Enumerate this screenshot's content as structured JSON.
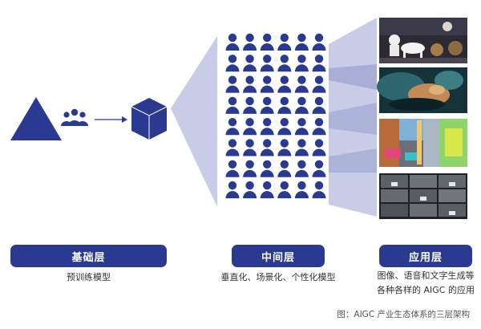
{
  "colors": {
    "primary": "#2b3a91",
    "funnel": "#c8cce6",
    "funnel_dark": "#9aa1cf"
  },
  "icons": [
    "triangle-shape",
    "people-group-icon",
    "arrow-right-icon",
    "cube-icon",
    "person-icon"
  ],
  "people_grid": {
    "rows": 8,
    "cols": 6
  },
  "layers": {
    "base": {
      "title": "基础层",
      "caption": "预训练模型"
    },
    "middle": {
      "title": "中间层",
      "caption": "垂直化、场景化、个性化模型"
    },
    "application": {
      "title": "应用层",
      "caption_line1": "图像、语音和文字生成等",
      "caption_line2": "各种各样的 AIGC 的应用",
      "images": [
        "astronaut-horse-artwork",
        "abstract-oil-painting",
        "autonomous-driving-segmentation",
        "driving-scene-grid"
      ]
    }
  },
  "figure_caption": "图：AIGC 产业生态体系的三层架构"
}
